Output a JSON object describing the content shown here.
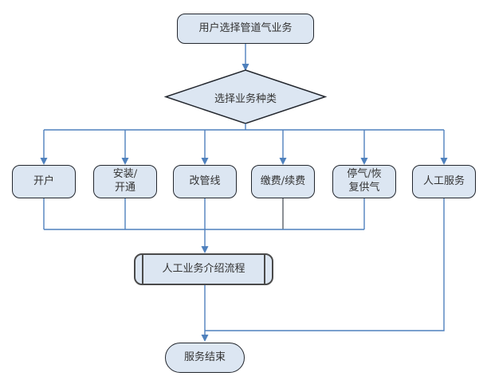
{
  "flowchart": {
    "start": "用户选择管道气业务",
    "decision": "选择业务种类",
    "branches": [
      "开户",
      "安装/\n开通",
      "改管线",
      "缴费/续费",
      "停气/恢\n复供气",
      "人工服务"
    ],
    "subprocess": "人工业务介绍流程",
    "end": "服务结束"
  },
  "colors": {
    "connector_blue": "#4f81bd",
    "connector_gray": "#5a6068",
    "shape_fill": "#dce6f2",
    "shape_border": "#23272e",
    "subprocess_border": "#4a4a4a",
    "text": "#333333",
    "background": "#ffffff"
  }
}
